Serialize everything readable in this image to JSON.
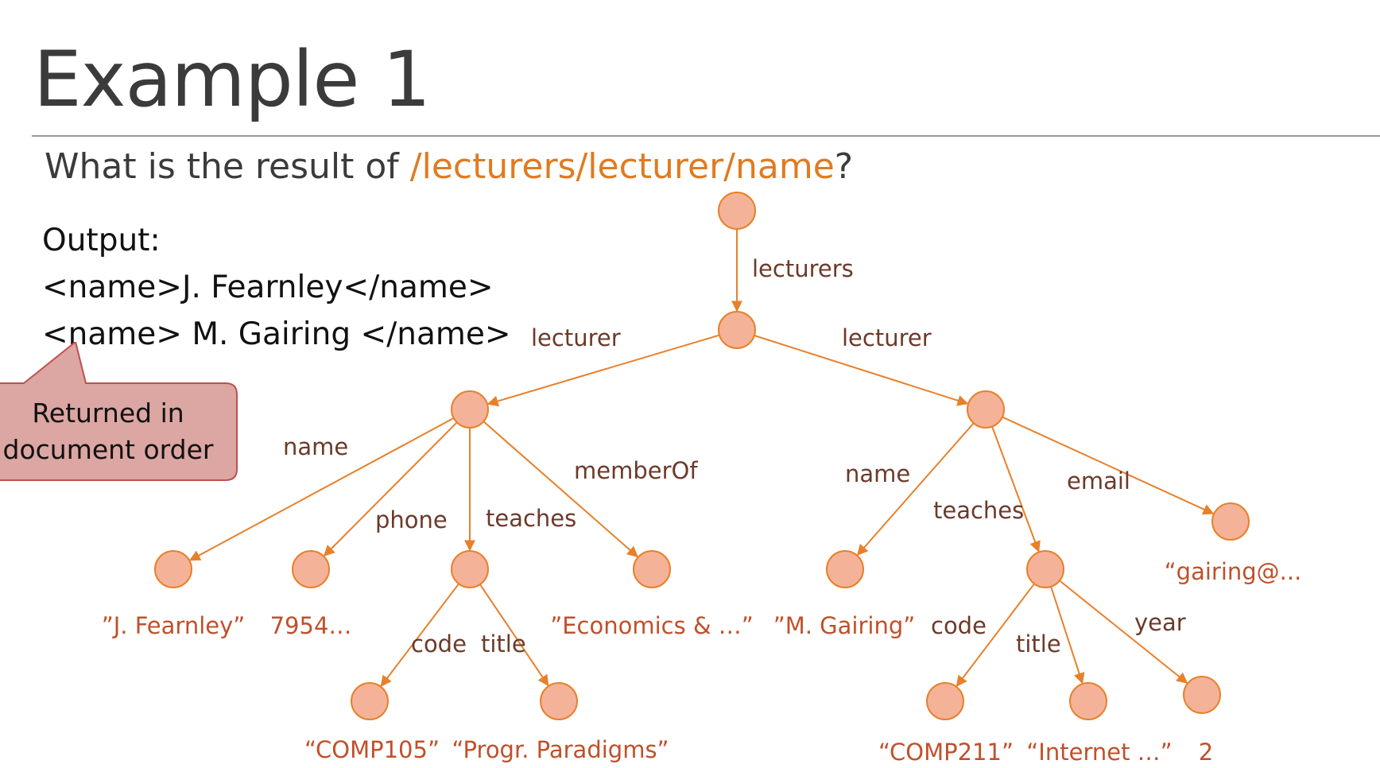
{
  "slide": {
    "title": "Example 1",
    "question_prefix": "What is the result of ",
    "question_path": "/lecturers/lecturer/name",
    "question_suffix": "?",
    "output_label": "Output:",
    "output_lines": [
      "<name>J. Fearnley</name>",
      "<name> M. Gairing </name>"
    ],
    "callout": [
      "Returned in",
      "document order"
    ]
  },
  "colors": {
    "node_fill": "#f4b398",
    "node_stroke": "#e8802a",
    "edge": "#e8802a",
    "edge_label": "#6b3a2a",
    "value_text": "#c0502a",
    "path_highlight": "#e07b20",
    "callout_fill": "#dca6a2",
    "callout_stroke": "#c0504d"
  },
  "tree": {
    "edge_labels": {
      "lecturers": "lecturers",
      "lecturer1": "lecturer",
      "lecturer2": "lecturer",
      "name1": "name",
      "phone": "phone",
      "teaches1": "teaches",
      "memberOf": "memberOf",
      "code1": "code",
      "title1": "title",
      "name2": "name",
      "teaches2": "teaches",
      "email": "email",
      "code2": "code",
      "title2": "title",
      "year": "year"
    },
    "values": {
      "name1": "”J. Fearnley”",
      "phone": "7954…",
      "memberOf": "”Economics & …”",
      "code1": "“COMP105”",
      "title1": "“Progr. Paradigms”",
      "name2": "”M. Gairing”",
      "email": "“gairing@...",
      "code2": "“COMP211”",
      "title2": "“Internet …”",
      "year": "2"
    }
  }
}
